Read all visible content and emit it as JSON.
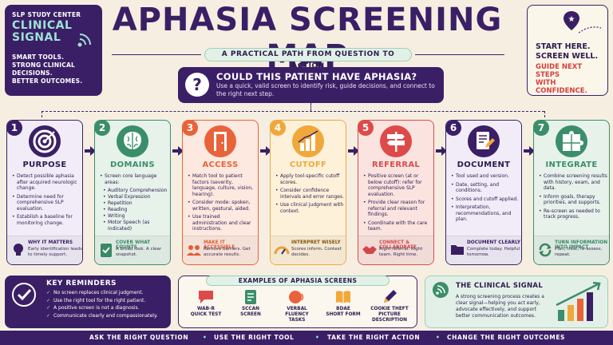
{
  "brand": {
    "org": "SLP STUDY CENTER",
    "name_line1": "CLINICAL",
    "name_line2": "SIGNAL",
    "tagline": [
      "SMART TOOLS.",
      "STRONG CLINICAL",
      "DECISIONS.",
      "BETTER OUTCOMES."
    ]
  },
  "title": "APHASIA SCREENING MAP",
  "subtitle": "A PRACTICAL PATH FROM QUESTION TO ACTION",
  "start": {
    "line1": "START HERE.",
    "line2": "SCREEN WELL.",
    "line3": "GUIDE NEXT STEPS",
    "line4": "WITH CONFIDENCE."
  },
  "question": {
    "icon": "?",
    "title": "COULD THIS PATIENT HAVE APHASIA?",
    "desc": "Use a quick, valid screen to identify risk, guide decisions, and connect to the right next step."
  },
  "colors": {
    "purple": "#3b1f66",
    "purple_card": "#f1ecf8",
    "green": "#3b8e6a",
    "green_card": "#e6f2ea",
    "orange": "#e8623a",
    "orange_card": "#fde9e0",
    "amber": "#f0a83a",
    "amber_card": "#fdf1da",
    "red": "#de4a4a",
    "red_card": "#fbe4e0",
    "mint": "#9be3d3"
  },
  "steps": [
    {
      "num": "1",
      "title": "PURPOSE",
      "icon": "target-icon",
      "items": [
        {
          "t": "Detect possible aphasia after acquired neurologic change."
        },
        {
          "t": "Determine need for comprehensive SLP evaluation."
        },
        {
          "t": "Establish a baseline for monitoring change."
        }
      ],
      "foot_icon": "lightbulb-icon",
      "foot_title": "WHY IT MATTERS",
      "foot_desc": "Early identification leads to timely support."
    },
    {
      "num": "2",
      "title": "DOMAINS",
      "icon": "brain-icon",
      "items": [
        {
          "t": "Screen core language areas:"
        },
        {
          "t": "Auditory Comprehension",
          "sub": true
        },
        {
          "t": "Verbal Expression",
          "sub": true
        },
        {
          "t": "Repetition",
          "sub": true
        },
        {
          "t": "Reading",
          "sub": true
        },
        {
          "t": "Writing",
          "sub": true
        },
        {
          "t": "Motor Speech (as indicated)",
          "sub": true
        }
      ],
      "foot_icon": "clipboard-check-icon",
      "foot_title": "COVER WHAT COUNTS",
      "foot_desc": "A broad look. A clear snapshot."
    },
    {
      "num": "3",
      "title": "ACCESS",
      "icon": "door-icon",
      "items": [
        {
          "t": "Match tool to patient factors (severity, language, culture, vision, hearing)."
        },
        {
          "t": "Consider mode: spoken, written, gestural, aided."
        },
        {
          "t": "Use trained administration and clear instructions."
        }
      ],
      "foot_icon": "people-icon",
      "foot_title": "MAKE IT ACCESSIBLE",
      "foot_desc": "Remove barriers. Get accurate results."
    },
    {
      "num": "4",
      "title": "CUTOFF",
      "icon": "bar-chart-icon",
      "items": [
        {
          "t": "Apply tool-specific cutoff scores."
        },
        {
          "t": "Consider confidence intervals and error ranges."
        },
        {
          "t": "Use clinical judgment with context."
        }
      ],
      "foot_icon": "gauge-icon",
      "foot_title": "INTERPRET WISELY",
      "foot_desc": "Scores inform. Context decides."
    },
    {
      "num": "5",
      "title": "REFERRAL",
      "icon": "signpost-icon",
      "items": [
        {
          "t": "Positive screen (at or below cutoff): refer for comprehensive SLP evaluation."
        },
        {
          "t": "Provide clear reason for referral and relevant findings."
        },
        {
          "t": "Coordinate with the care team."
        }
      ],
      "foot_icon": "handshake-icon",
      "foot_title": "CONNECT & COLLABORATE",
      "foot_desc": "Right referral. Right team. Right time."
    },
    {
      "num": "6",
      "title": "DOCUMENT",
      "icon": "document-pencil-icon",
      "items": [
        {
          "t": "Tool used and version."
        },
        {
          "t": "Date, setting, and conditions."
        },
        {
          "t": "Scores and cutoff applied."
        },
        {
          "t": "Interpretation, recommendations, and plan."
        }
      ],
      "foot_icon": "folder-icon",
      "foot_title": "DOCUMENT CLEARLY",
      "foot_desc": "Complete today. Helpful tomorrow."
    },
    {
      "num": "7",
      "title": "INTEGRATE",
      "icon": "puzzle-icon",
      "items": [
        {
          "t": "Combine screening results with history, exam, and data."
        },
        {
          "t": "Inform goals, therapy priorities, and supports."
        },
        {
          "t": "Re-screen as needed to track progress."
        }
      ],
      "foot_icon": "cycle-arrows-icon",
      "foot_title": "TURN INFORMATION INTO IMPACT",
      "foot_desc": "Plan, treat, re-assess, repeat."
    }
  ],
  "reminders": {
    "title": "KEY REMINDERS",
    "items": [
      "No screen replaces clinical judgment.",
      "Use the right tool for the right patient.",
      "A positive screen is not a diagnosis.",
      "Communicate clearly and compassionately."
    ]
  },
  "examples": {
    "title": "EXAMPLES OF APHASIA SCREENS",
    "items": [
      {
        "l1": "WAB-R",
        "l2": "QUICK TEST",
        "icon": "speech-bubble-icon"
      },
      {
        "l1": "SCCAN",
        "l2": "SCREEN",
        "icon": "checklist-icon"
      },
      {
        "l1": "VERBAL",
        "l2": "FLUENCY",
        "l3": "TASKS",
        "icon": "talking-head-icon"
      },
      {
        "l1": "BDAE",
        "l2": "SHORT FORM",
        "icon": "book-icon"
      },
      {
        "l1": "COOKIE THEFT",
        "l2": "PICTURE",
        "l3": "DESCRIPTION",
        "icon": "pencil-icon"
      }
    ]
  },
  "signal": {
    "title": "THE CLINICAL SIGNAL",
    "desc": "A strong screening process creates a clear signal—helping you act early, advocate effectively, and support better communication outcomes."
  },
  "footer": [
    "ASK THE RIGHT QUESTION",
    "USE THE RIGHT TOOL",
    "TAKE THE RIGHT ACTION",
    "CHANGE THE RIGHT OUTCOMES"
  ]
}
